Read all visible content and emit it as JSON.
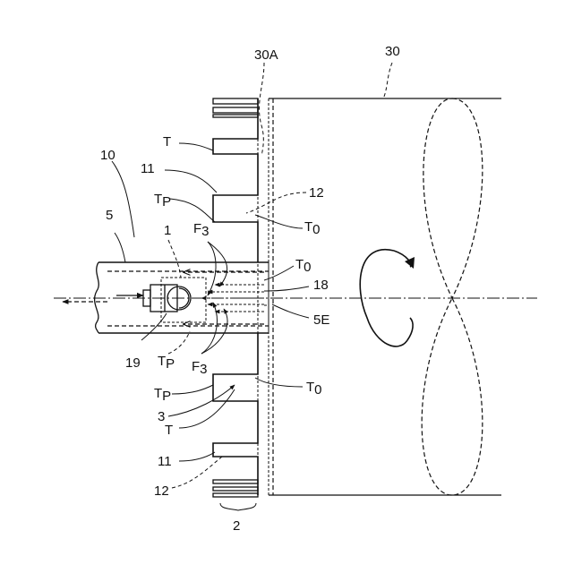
{
  "labels": {
    "n30A": "30A",
    "n30": "30",
    "T_top": "T",
    "n11_top": "11",
    "n10": "10",
    "TP_top_main": "T",
    "TP_top_sub": "P",
    "n12_top": "12",
    "n5": "5",
    "T0_upper_main": "T",
    "T0_upper_sub": "0",
    "n1": "1",
    "F3_top_main": "F",
    "F3_top_sub": "3",
    "T0_mid_main": "T",
    "T0_mid_sub": "0",
    "n18": "18",
    "n5E": "5E",
    "n19": "19",
    "TP_mid_main": "T",
    "TP_mid_sub": "P",
    "F3_bot_main": "F",
    "F3_bot_sub": "3",
    "T0_lower_main": "T",
    "T0_lower_sub": "0",
    "TP_low_main": "T",
    "TP_low_sub": "P",
    "n3": "3",
    "T_low": "T",
    "n11_low": "11",
    "n12_low": "12",
    "n2": "2"
  }
}
